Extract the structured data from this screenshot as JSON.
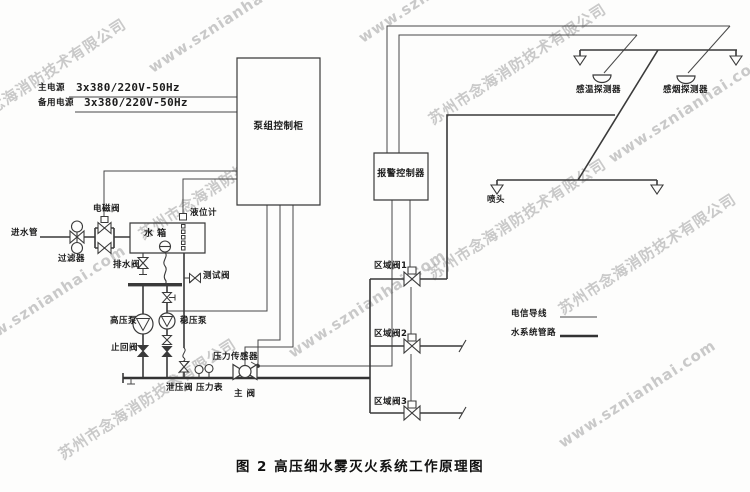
{
  "caption": "图 2  高压细水雾灭火系统工作原理图",
  "watermark": {
    "company": "苏州市念海消防技术有限公司",
    "website": "www.sznianhai.com"
  },
  "power": {
    "main_label": "主电源",
    "main_value": "3x380/220V-50Hz",
    "backup_label": "备用电源",
    "backup_value": "3x380/220V-50Hz"
  },
  "cabinet_label": "泵组控制柜",
  "alarm_label": "报警控制器",
  "supply": {
    "inlet": "进水管",
    "filter": "过滤器",
    "solenoid": "电磁阀",
    "level_gauge": "液位计",
    "tank": "水  箱",
    "drain": "排水阀",
    "test_valve": "测试阀"
  },
  "pump_area": {
    "hp_pump": "高压泵",
    "stab_pump": "稳压泵",
    "check_valve": "止回阀",
    "relief_valve": "泄压阀",
    "gauge": "压力表",
    "sensor": "压力传感器",
    "main_valve": "主 阀"
  },
  "zones": {
    "v1": "区域阀1",
    "v2": "区域阀2",
    "v3": "区域阀3"
  },
  "detectors": {
    "temp": "感温探测器",
    "smoke": "感烟探测器",
    "nozzle": "喷头"
  },
  "legend": {
    "signal": "电信导线",
    "water": "水系统管路"
  }
}
